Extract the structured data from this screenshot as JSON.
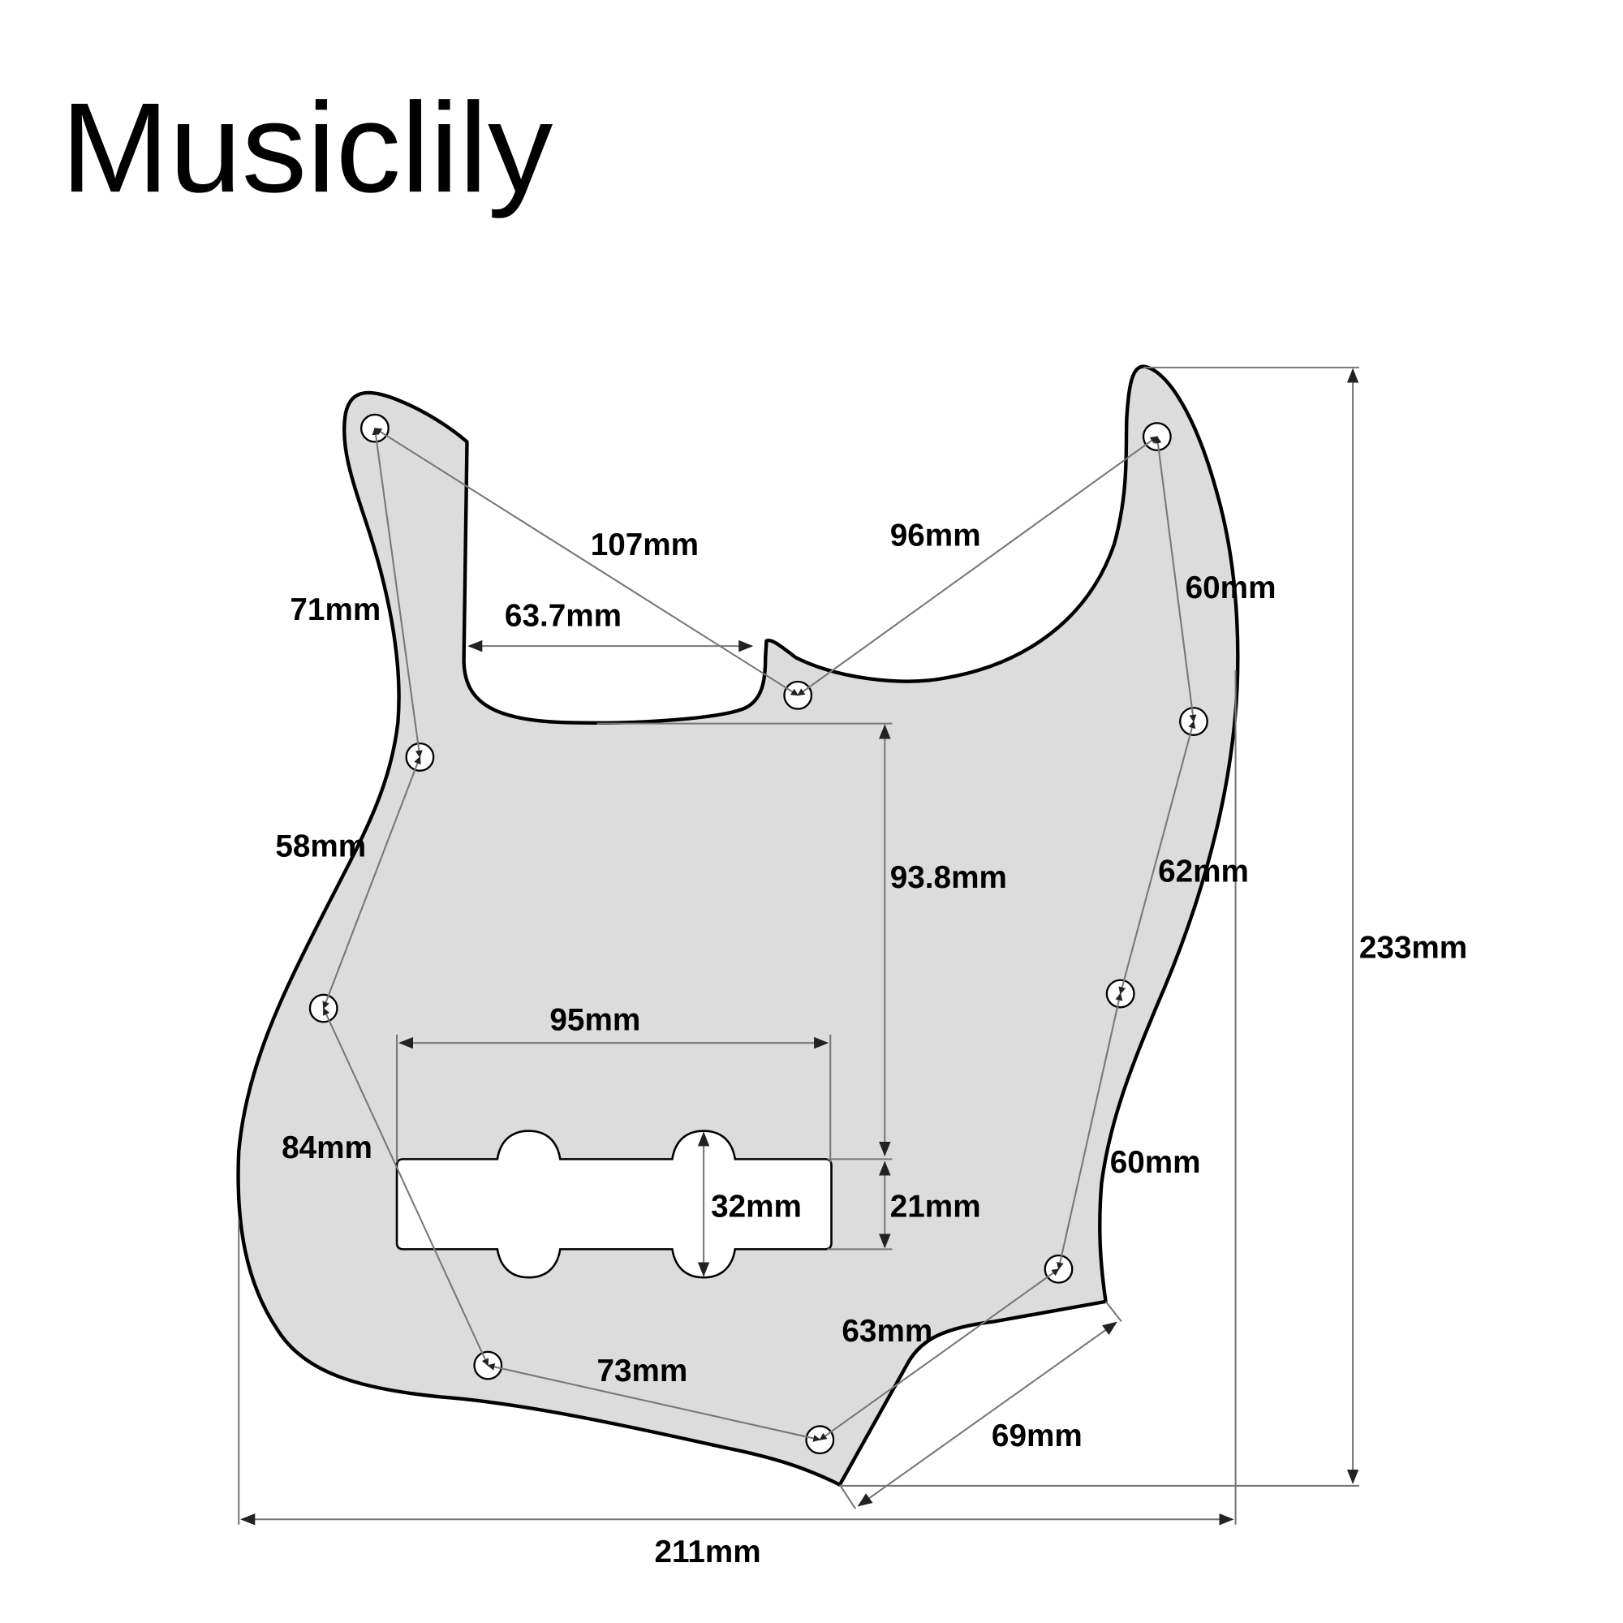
{
  "brand": {
    "name": "Musiclily"
  },
  "diagram": {
    "subject": "Jazz bass pickguard",
    "colors": {
      "plate_fill": "#dcdcdc",
      "outline": "#000000",
      "dimension_line": "#777777",
      "background": "#ffffff"
    },
    "dimensions": {
      "overall_width": "211mm",
      "overall_height": "233mm",
      "neck_pocket_width": "63.7mm",
      "neck_to_pickup": "93.8mm",
      "pickup_length": "95mm",
      "pickup_width": "21mm",
      "pickup_ear_height": "32mm",
      "hole_1_to_7": "107mm",
      "hole_7_to_8": "96mm",
      "hole_8_to_9": "60mm",
      "hole_9_to_10": "62mm",
      "hole_10_to_11": "60mm",
      "hole_11_to_6": "63mm",
      "hole_5_to_6": "73mm",
      "hole_1_to_2": "71mm",
      "hole_2_to_3": "58mm",
      "hole_3_to_5": "84mm",
      "control_cut_edge": "69mm"
    }
  }
}
